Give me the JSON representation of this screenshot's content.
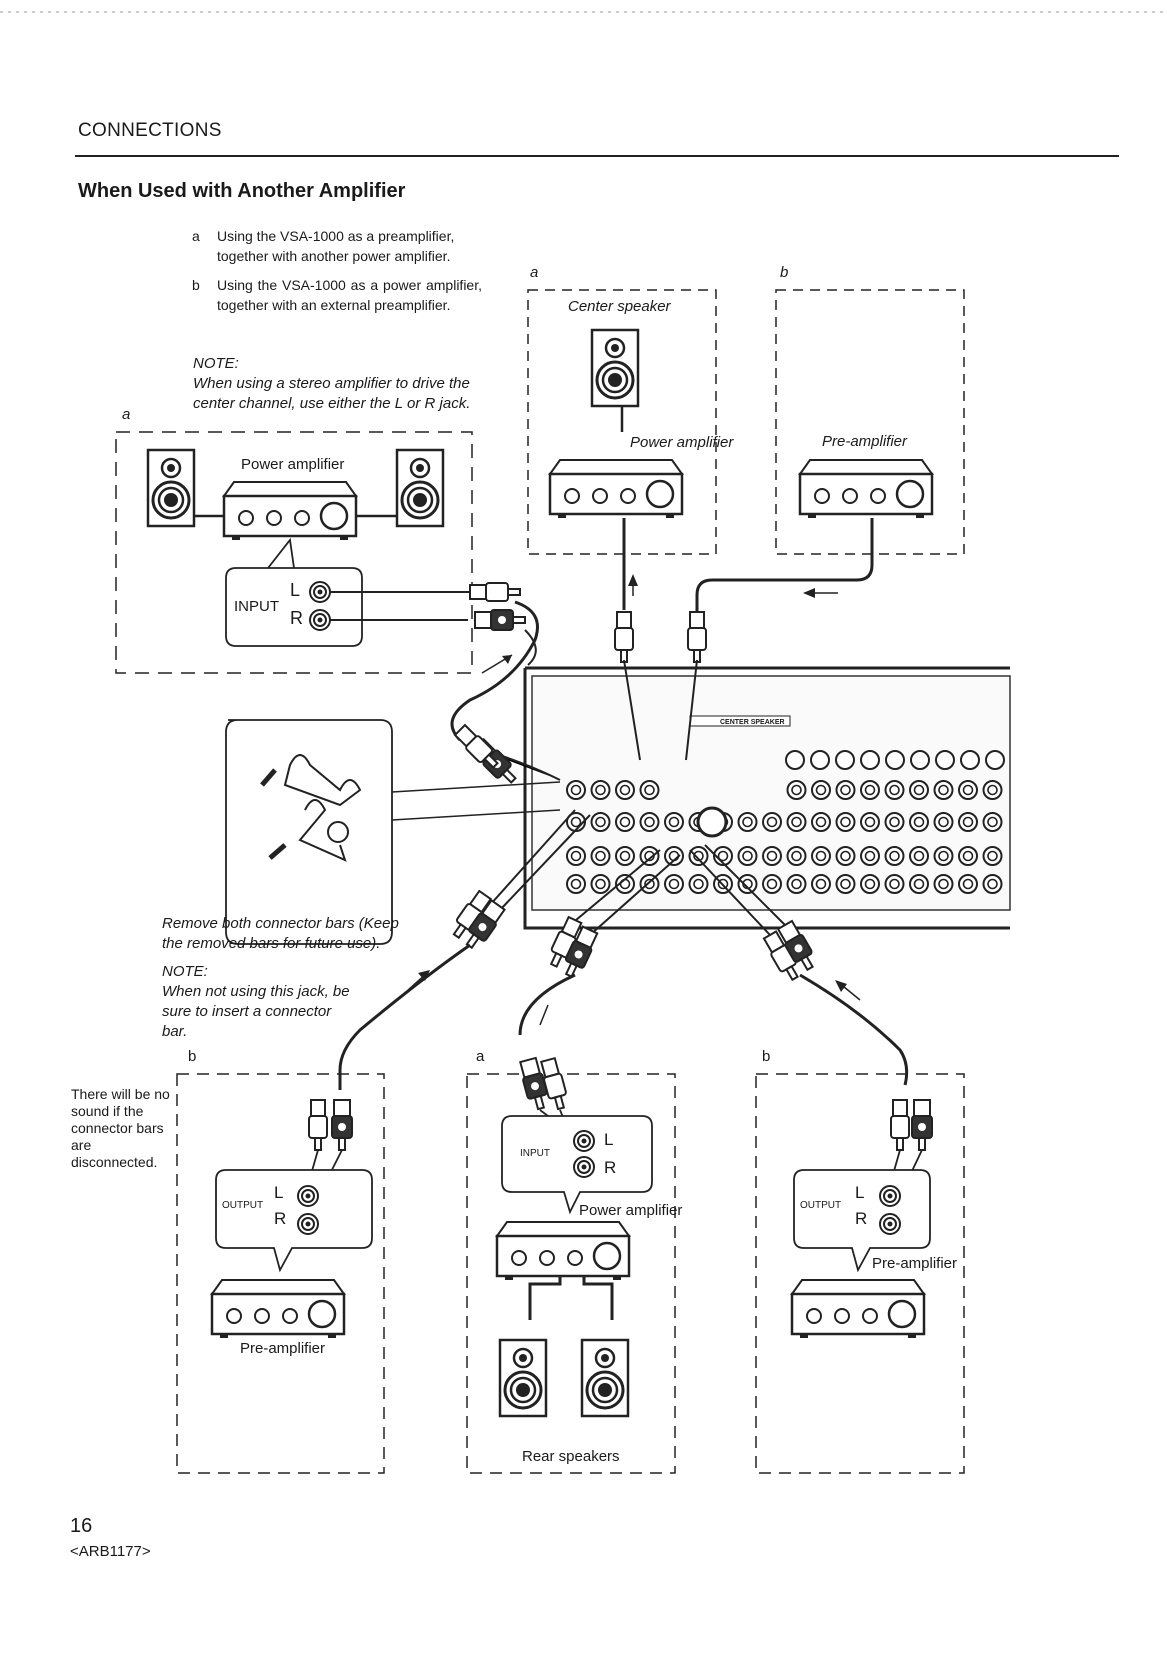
{
  "header": {
    "section": "CONNECTIONS",
    "title": "When Used with Another Amplifier"
  },
  "intro": {
    "a_letter": "a",
    "a_text": "Using the VSA-1000 as a preamplifier, together with another power amplifier.",
    "b_letter": "b",
    "b_text": "Using the VSA-1000 as a power amplifier, together with an external preamplifier.",
    "note_label": "NOTE:",
    "note_text": "When using a stereo amplifier to drive the center channel, use either the L or R jack."
  },
  "boxes": {
    "front_a": {
      "tag": "a",
      "amp_label": "Power amplifier",
      "input_label": "INPUT",
      "l": "L",
      "r": "R"
    },
    "center_a": {
      "tag": "a",
      "speaker_label": "Center speaker",
      "amp_label": "Power amplifier"
    },
    "center_b": {
      "tag": "b",
      "amp_label": "Pre-amplifier"
    },
    "left_b": {
      "tag": "b",
      "output_label": "OUTPUT",
      "l": "L",
      "r": "R",
      "amp_label": "Pre-amplifier"
    },
    "rear_a": {
      "tag": "a",
      "input_label": "INPUT",
      "l": "L",
      "r": "R",
      "amp_label": "Power amplifier",
      "speakers_label": "Rear speakers"
    },
    "right_b": {
      "tag": "b",
      "output_label": "OUTPUT",
      "l": "L",
      "r": "R",
      "amp_label": "Pre-amplifier"
    }
  },
  "connector_note": {
    "remove_text": "Remove both connector bars (Keep the removed bars for future use).",
    "note_label": "NOTE:",
    "note_text": "When not using this jack, be sure to insert a connector bar.",
    "sound_warning": "There will be no sound if the connector bars are disconnected."
  },
  "panel": {
    "center_speaker_label": "CENTER SPEAKER"
  },
  "footer": {
    "page_number": "16",
    "code": "<ARB1177>"
  }
}
